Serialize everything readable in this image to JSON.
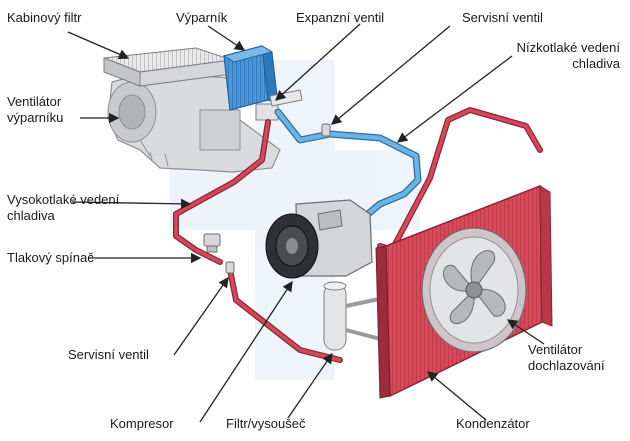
{
  "labels": {
    "cabin_filter": "Kabinový filtr",
    "evaporator": "Výparník",
    "expansion_valve": "Expanzní ventil",
    "service_valve_top": "Servisní ventil",
    "low_pressure_line_1": "Nízkotlaké vedení",
    "low_pressure_line_2": "chladiva",
    "evaporator_fan_1": "Ventilátor",
    "evaporator_fan_2": "výparníku",
    "high_pressure_line_1": "Vysokotlaké vedení",
    "high_pressure_line_2": "chladiva",
    "pressure_switch": "Tlakový spínač",
    "service_valve_bottom": "Servisní ventil",
    "compressor": "Kompresor",
    "filter_drier": "Filtr/vysoušeč",
    "condenser": "Kondenzátor",
    "cooling_fan_1": "Ventilátor",
    "cooling_fan_2": "dochlazování"
  },
  "colors": {
    "high_pressure": "#c8374a",
    "low_pressure": "#5aa9dc",
    "evaporator": "#3e8ed6",
    "housing": "#d9dadc",
    "leader": "#222222"
  }
}
